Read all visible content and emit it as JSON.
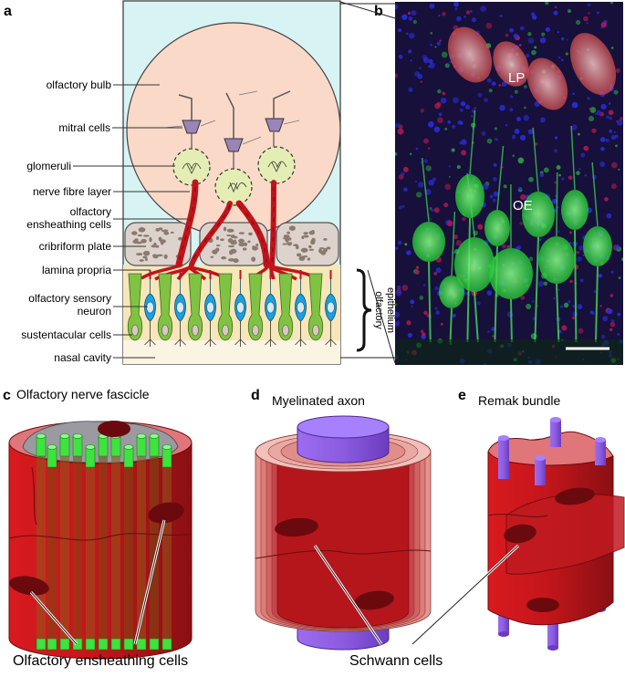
{
  "panel_a": {
    "letter": "a",
    "labels": {
      "olfactory_bulb": "olfactory bulb",
      "mitral_cells": "mitral cells",
      "glomeruli": "glomeruli",
      "nerve_fibre_layer": "nerve fibre layer",
      "oec_line1": "olfactory",
      "oec_line2": "ensheathing cells",
      "cribriform_plate": "cribriform plate",
      "lamina_propria": "lamina propria",
      "osn_line1": "olfactory sensory",
      "osn_line2": "neuron",
      "sustentacular_cells": "sustentacular cells",
      "nasal_cavity": "nasal cavity"
    },
    "epithelium_line1": "olfactory",
    "epithelium_line2": "epithelium"
  },
  "panel_b": {
    "letter": "b",
    "label_lp": "LP",
    "label_oe": "OE"
  },
  "panel_c": {
    "letter": "c",
    "title": "Olfactory nerve fascicle",
    "caption": "Olfactory ensheathing cells"
  },
  "panel_d": {
    "letter": "d",
    "title": "Myelinated axon",
    "caption": "Schwann cells"
  },
  "panel_e": {
    "letter": "e",
    "title": "Remak bundle"
  },
  "colors": {
    "bulb": "#fad9c8",
    "background_a": "#d8f3f4",
    "epithelium": "#f7e6b8",
    "plate": "#ddd3cc",
    "neuron": "#1ba0e0",
    "sustentacular": "#80c342",
    "mitral": "#9a84b8",
    "glomerulus": "#e4eeb4",
    "axon_red": "#c0141c",
    "schwann_red": "#b5161b",
    "purple_axon": "#8a5fd8",
    "green_axon": "#3ee33e"
  }
}
